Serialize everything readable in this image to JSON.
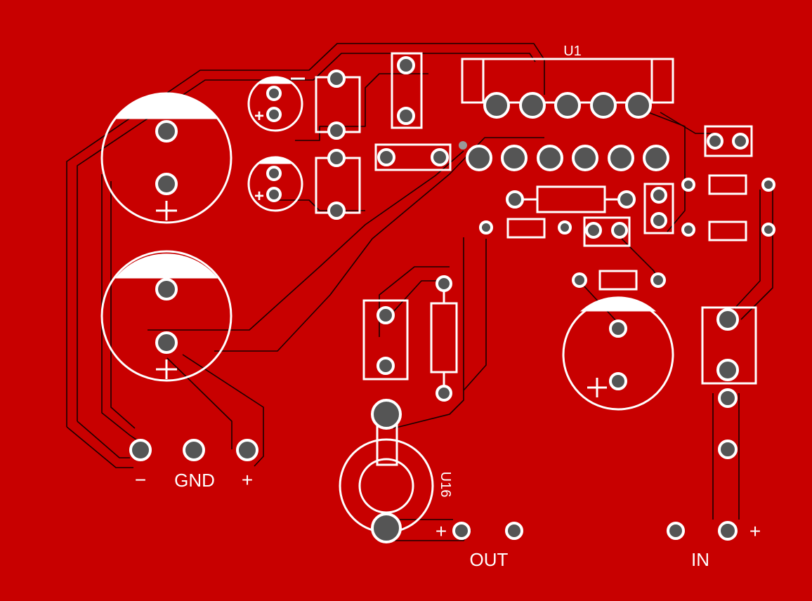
{
  "board": {
    "background_color": "#c80000",
    "trace_outline_color": "#1a0000",
    "silkscreen_color": "#ffffff",
    "pad_color": "#555555"
  },
  "labels": {
    "u1": "U1",
    "u16": "U16",
    "minus": "−",
    "gnd": "GND",
    "plus": "+",
    "out": "OUT",
    "in": "IN",
    "out_plus": "+",
    "in_plus": "+",
    "cap_minus": "−",
    "cap1_plus": "+",
    "cap2_plus": "+"
  }
}
